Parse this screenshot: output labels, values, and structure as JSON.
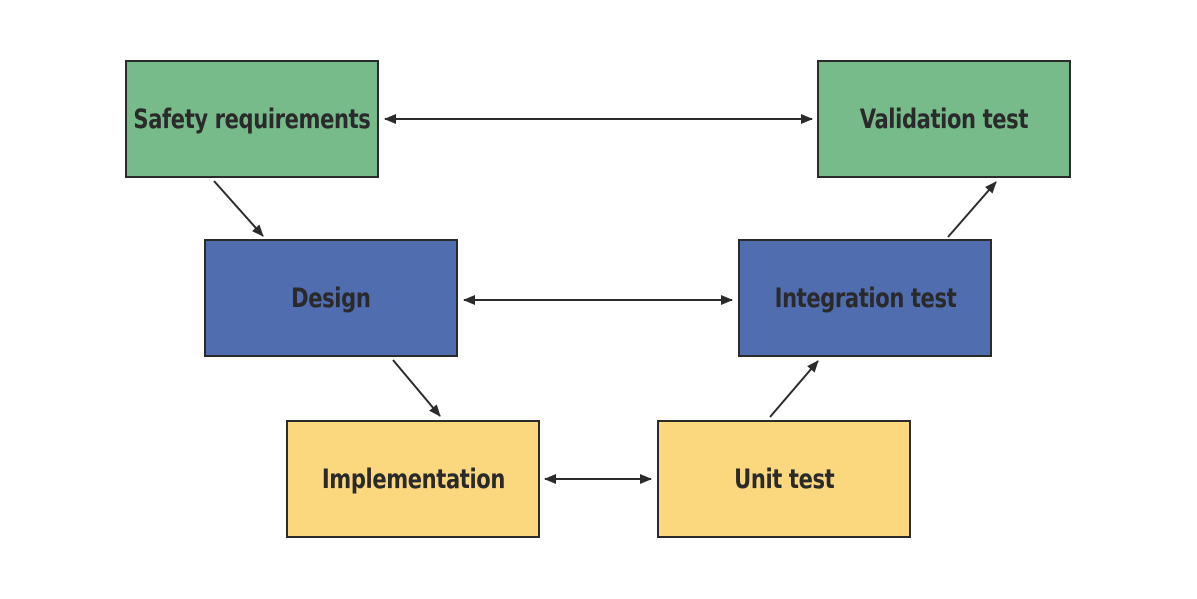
{
  "diagram": {
    "nodes": {
      "safety_requirements": "Safety requirements",
      "validation_test": "Validation test",
      "design": "Design",
      "integration_test": "Integration test",
      "implementation": "Implementation",
      "unit_test": "Unit test"
    },
    "colors": {
      "requirements_level": "#77bb8b",
      "design_level": "#506db0",
      "implementation_level": "#fbd77e",
      "stroke": "#2b2b2b"
    },
    "edges": [
      {
        "from": "safety_requirements",
        "to": "validation_test",
        "type": "bidirectional"
      },
      {
        "from": "design",
        "to": "integration_test",
        "type": "bidirectional"
      },
      {
        "from": "implementation",
        "to": "unit_test",
        "type": "bidirectional"
      },
      {
        "from": "safety_requirements",
        "to": "design",
        "type": "directed"
      },
      {
        "from": "design",
        "to": "implementation",
        "type": "directed"
      },
      {
        "from": "unit_test",
        "to": "integration_test",
        "type": "directed"
      },
      {
        "from": "integration_test",
        "to": "validation_test",
        "type": "directed"
      }
    ]
  }
}
